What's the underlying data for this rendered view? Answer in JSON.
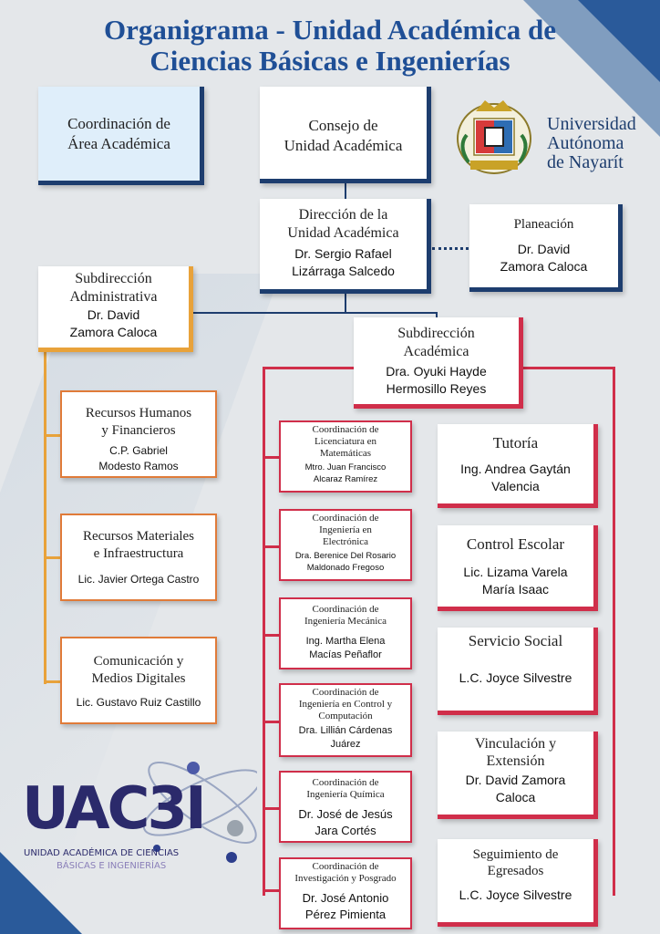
{
  "title_line1": "Organigrama - Unidad Académica de",
  "title_line2": "Ciencias Básicas e Ingenierías",
  "coordinacion_area": {
    "l1": "Coordinación de",
    "l2": "Área Académica"
  },
  "consejo": {
    "l1": "Consejo de",
    "l2": "Unidad Académica"
  },
  "universidad": {
    "l1": "Universidad",
    "l2": "Autónoma",
    "l3": "de Nayarít"
  },
  "direccion": {
    "l1": "Dirección de la",
    "l2": "Unidad Académica",
    "p1": "Dr. Sergio Rafael",
    "p2": "Lizárraga Salcedo"
  },
  "planeacion": {
    "l1": "Planeación",
    "p1": "Dr. David",
    "p2": "Zamora Caloca"
  },
  "sub_admin": {
    "l1": "Subdirección",
    "l2": "Administrativa",
    "p1": "Dr. David",
    "p2": "Zamora Caloca"
  },
  "sub_acad": {
    "l1": "Subdirección",
    "l2": "Académica",
    "p1": "Dra. Oyuki Hayde",
    "p2": "Hermosillo Reyes"
  },
  "admin_units": [
    {
      "l1": "Recursos Humanos",
      "l2": "y Financieros",
      "p1": "C.P. Gabriel",
      "p2": "Modesto Ramos"
    },
    {
      "l1": "Recursos Materiales",
      "l2": "e Infraestructura",
      "p1": "Lic. Javier Ortega Castro"
    },
    {
      "l1": "Comunicación y",
      "l2": "Medios Digitales",
      "p1": "Lic. Gustavo Ruiz Castillo"
    }
  ],
  "coordinaciones": [
    {
      "l1": "Coordinación de",
      "l2": "Licenciatura en",
      "l3": "Matemáticas",
      "p1": "Mtro. Juan Francisco",
      "p2": "Alcaraz Ramírez"
    },
    {
      "l1": "Coordinación de",
      "l2": "Ingeniería en",
      "l3": "Electrónica",
      "p1": "Dra. Berenice Del Rosario",
      "p2": "Maldonado Fregoso"
    },
    {
      "l1": "Coordinación de",
      "l2": "Ingeniería Mecánica",
      "p1": "Ing. Martha Elena",
      "p2": "Macías Peñaflor"
    },
    {
      "l1": "Coordinación de",
      "l2": "Ingeniería en Control y",
      "l3": "Computación",
      "p1": "Dra. Lillián Cárdenas",
      "p2": "Juárez"
    },
    {
      "l1": "Coordinación de",
      "l2": "Ingeniería Química",
      "p1": "Dr. José de Jesús",
      "p2": "Jara Cortés"
    },
    {
      "l1": "Coordinación de",
      "l2": "Investigación y Posgrado",
      "p1": "Dr. José Antonio",
      "p2": "Pérez Pimienta"
    }
  ],
  "servicios": [
    {
      "l1": "Tutoría",
      "p1": "Ing. Andrea Gaytán",
      "p2": "Valencia"
    },
    {
      "l1": "Control Escolar",
      "p1": "Lic. Lizama Varela",
      "p2": "María Isaac"
    },
    {
      "l1": "Servicio Social",
      "p1": "L.C. Joyce Silvestre"
    },
    {
      "l1": "Vinculación y",
      "l2": "Extensión",
      "p1": "Dr. David Zamora",
      "p2": "Caloca"
    },
    {
      "l1": "Seguimiento de",
      "l2": "Egresados",
      "p1": "L.C. Joyce Silvestre"
    }
  ],
  "uac": {
    "mark": "UAC3I",
    "line1": "UNIDAD ACADÉMICA DE CIENCIAS",
    "line2": "BÁSICAS E INGENIERÍAS"
  },
  "colors": {
    "navy": "#1d3d6e",
    "title_blue": "#1f4f96",
    "orange": "#e8a23a",
    "red": "#d02e4a",
    "light_blue_box": "#dfeefa"
  }
}
